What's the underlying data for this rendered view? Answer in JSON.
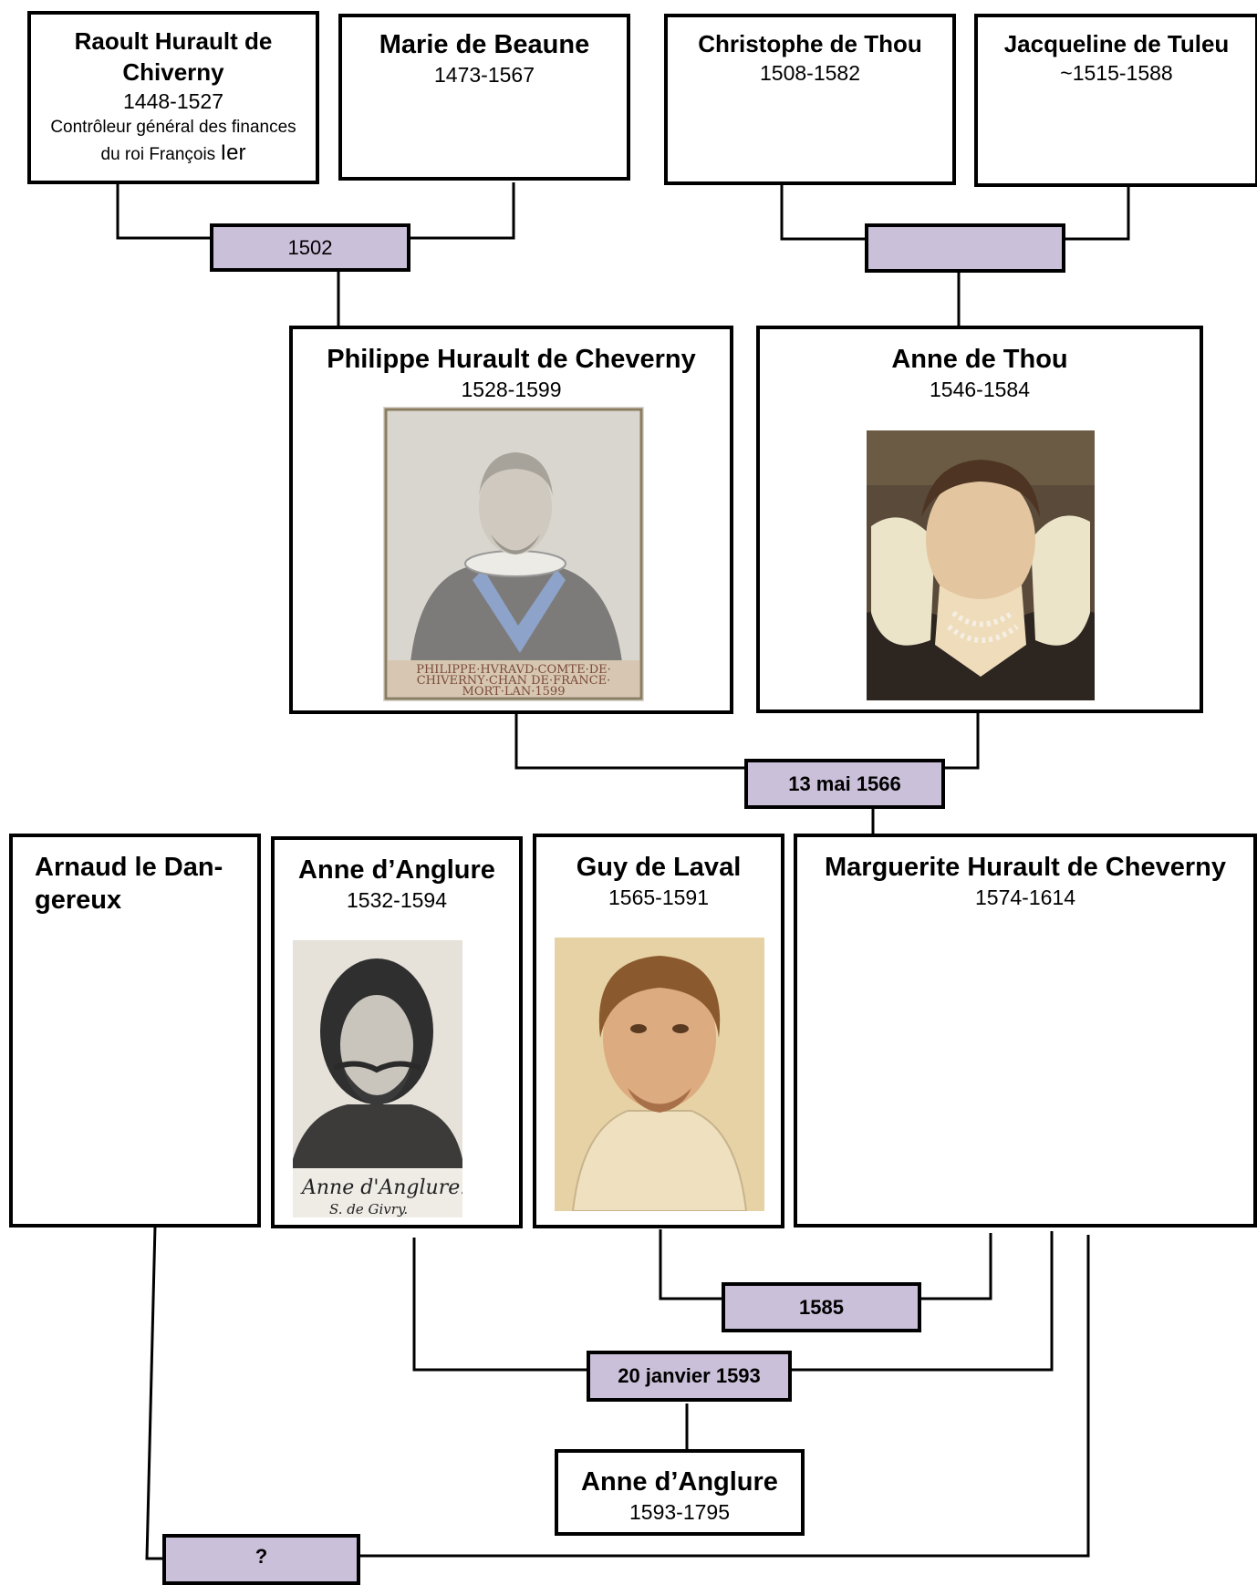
{
  "persons": {
    "raoult": {
      "name": "Raoult Hurault de Chiverny",
      "dates": "1448-1527",
      "note": "Contrôleur général des finances du roi François",
      "note_suffix": "Ier"
    },
    "marie": {
      "name": "Marie de Beaune",
      "dates": "1473-1567"
    },
    "christophe": {
      "name": "Christophe de Thou",
      "dates": "1508-1582"
    },
    "jacqueline": {
      "name": "Jacqueline de Tuleu",
      "dates": "~1515-1588"
    },
    "philippe": {
      "name": "Philippe Hurault de Cheverny",
      "dates": "1528-1599",
      "portrait_caption": [
        "PHILIPPE·HVRAVD·COMTE·DE·",
        "CHIVERNY·CHAN DE·FRANCE·",
        "MORT·LAN·1599"
      ]
    },
    "anne_thou": {
      "name": "Anne de Thou",
      "dates": "1546-1584"
    },
    "arnaud": {
      "name": "Arnaud le Dan-gereux"
    },
    "anne_anglure": {
      "name": "Anne d’Anglure",
      "dates": "1532-1594",
      "portrait_caption": [
        "Anne d'Anglure.",
        "S. de Givry."
      ]
    },
    "guy": {
      "name": "Guy de Laval",
      "dates": "1565-1591"
    },
    "marguerite": {
      "name": "Marguerite Hurault de Cheverny",
      "dates": "1574-1614"
    },
    "anne_child": {
      "name": "Anne d’Anglure",
      "dates": "1593-1795"
    }
  },
  "marriages": {
    "raoult_marie": "1502",
    "christophe_jacqueline": "",
    "philippe_anne": "13 mai 1566",
    "guy_marguerite": "1585",
    "anne_marguerite": "20 janvier 1593",
    "arnaud_marguerite": "?"
  },
  "colors": {
    "marriage_fill": "#cbc0da",
    "border": "#000000"
  }
}
